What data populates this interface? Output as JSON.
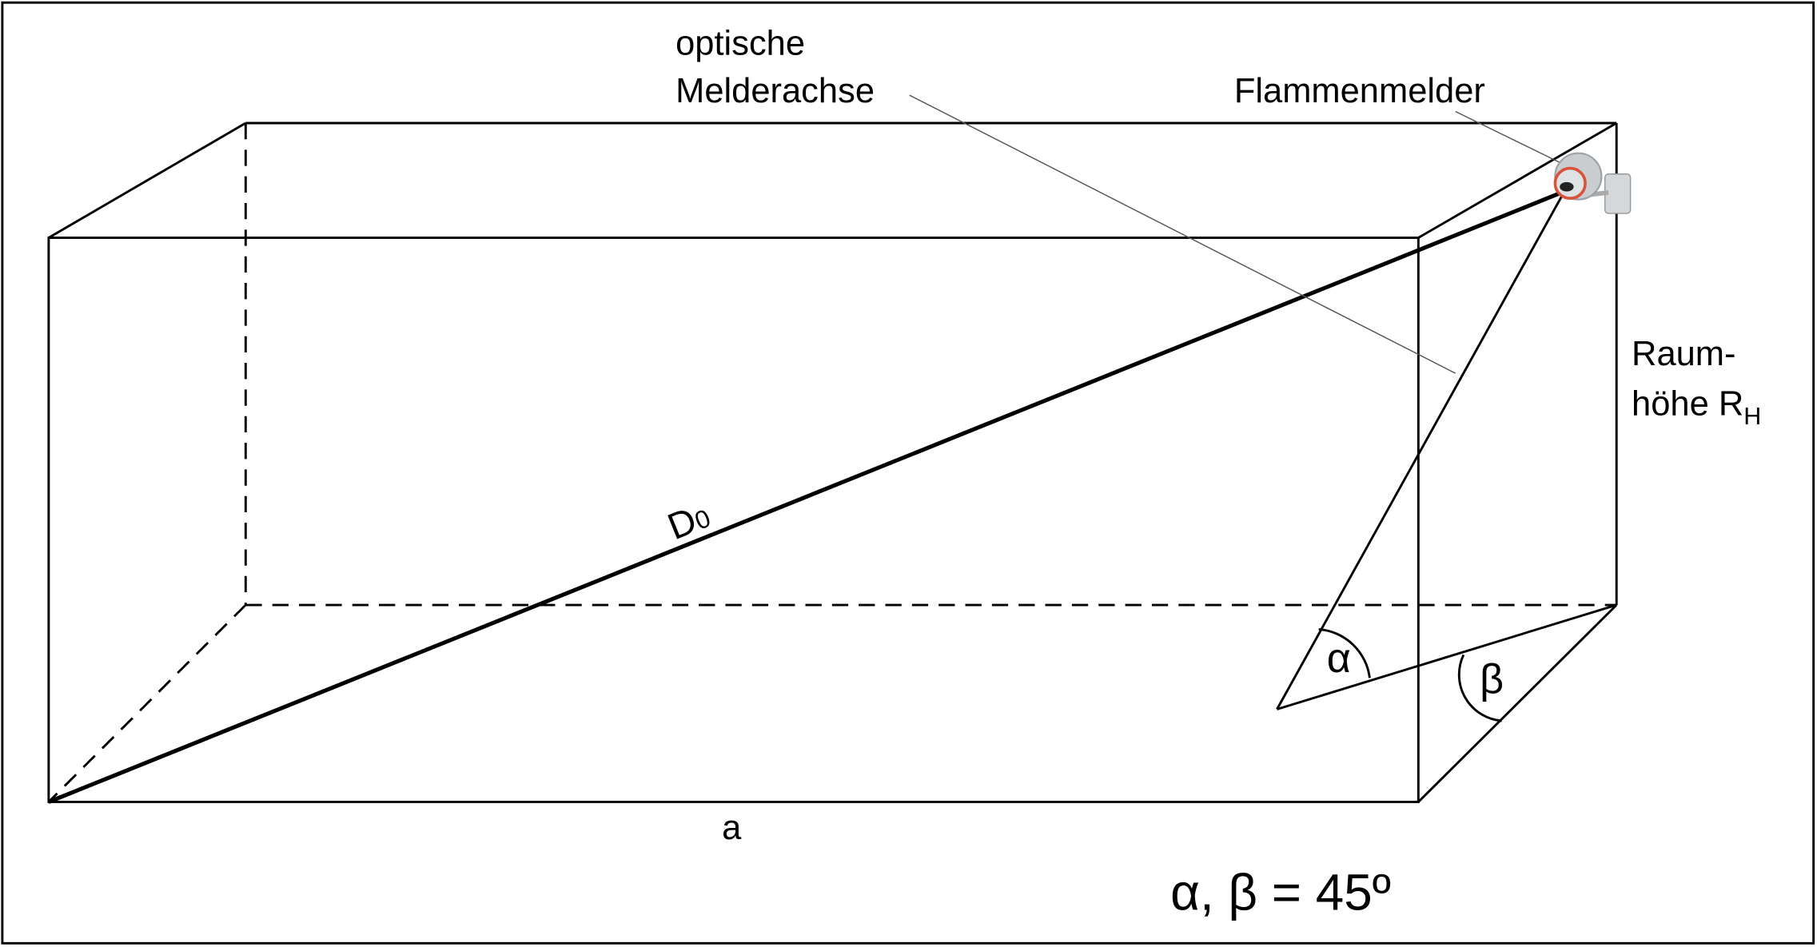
{
  "labels": {
    "optical_axis_line1": "optische",
    "optical_axis_line2": "Melderachse",
    "flame_detector": "Flammenmelder",
    "room_height_line1": "Raum-",
    "room_height_line2": "höhe R",
    "room_height_sub": "H",
    "distance": "D",
    "distance_sub": "0",
    "length": "a",
    "alpha": "α",
    "beta": "β",
    "angle_note": "α, β = 45º"
  },
  "colors": {
    "line": "#000000",
    "pointer": "#555555",
    "detector_body": "#c9cdd0",
    "detector_ring": "#d9533a"
  }
}
